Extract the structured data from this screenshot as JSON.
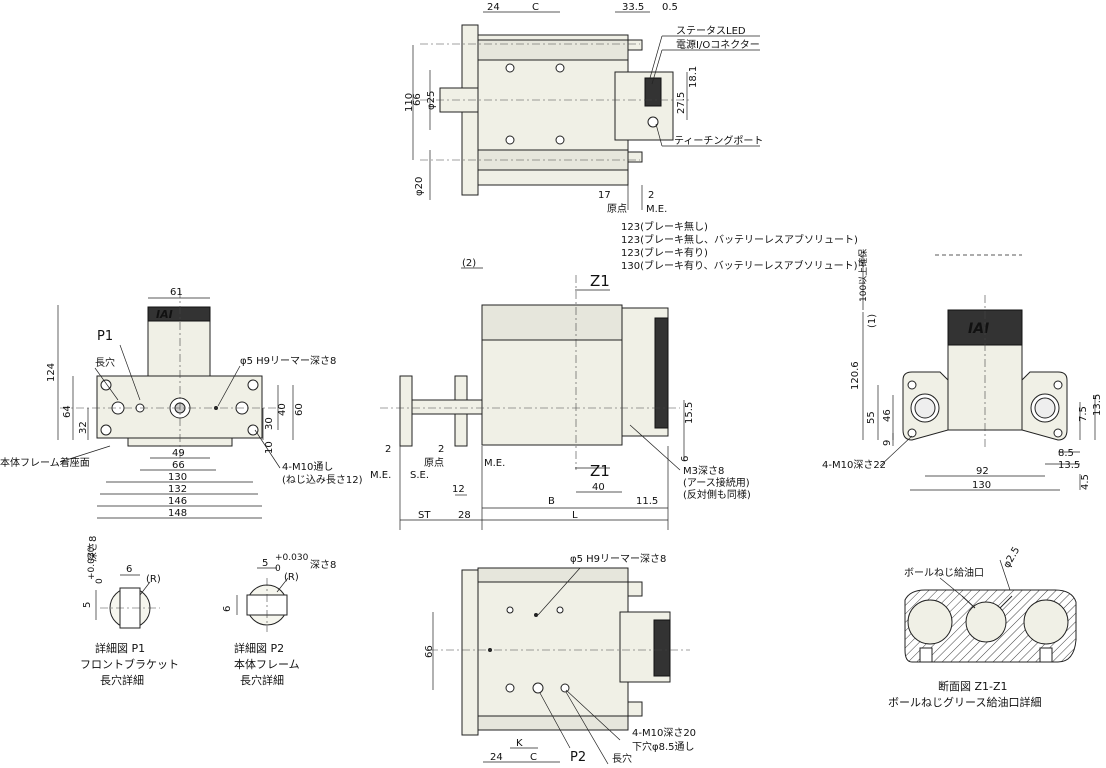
{
  "top_view": {
    "dims": [
      "24",
      "C",
      "33.5",
      "0.5",
      "110",
      "66",
      "φ25",
      "18.1",
      "27.5",
      "φ20",
      "17",
      "2"
    ],
    "labels": {
      "status_led": "ステータスLED",
      "power_io": "電源I/Oコネクター",
      "teaching_port": "ティーチングポート",
      "origin": "原点",
      "me": "M.E."
    }
  },
  "length_table": [
    "123(ブレーキ無し)",
    "123(ブレーキ無し、バッテリーレスアブソリュート)",
    "123(ブレーキ有り)",
    "130(ブレーキ有り、バッテリーレスアブソリュート)"
  ],
  "front_view": {
    "dims": [
      "61",
      "124",
      "64",
      "32",
      "40",
      "60",
      "30",
      "10",
      "49",
      "66",
      "130",
      "132",
      "146",
      "148"
    ],
    "labels": {
      "p1": "P1",
      "slot": "長穴",
      "reamer": "φ5 H9リーマー深さ8",
      "m10": "4-M10通し",
      "m10_screw": "(ねじ込み長さ12)",
      "frame_seat": "本体フレーム着座面"
    }
  },
  "side_view": {
    "dims": [
      "(2)",
      "15.5",
      "6",
      "40",
      "B",
      "11.5",
      "L",
      "ST",
      "28",
      "12",
      "2",
      "2"
    ],
    "labels": {
      "z1": "Z1",
      "me": "M.E.",
      "se": "S.E.",
      "origin": "原点",
      "m3": "M3深さ8",
      "ground": "(アース接続用)",
      "opposite": "(反対側も同様)"
    }
  },
  "rear_view": {
    "dims": [
      "100以上確保",
      "(1)",
      "120.6",
      "55",
      "46",
      "9",
      "7.5",
      "13.5",
      "8.5",
      "13.5",
      "4.5",
      "92",
      "130"
    ],
    "labels": {
      "m10": "4-M10深さ22"
    }
  },
  "detail_p1": {
    "dims": [
      "6",
      "5",
      "+0.030",
      "0",
      "深さ8",
      "(R)"
    ],
    "caption": [
      "詳細図 P1",
      "フロントブラケット",
      "長穴詳細"
    ]
  },
  "detail_p2": {
    "dims": [
      "5",
      "+0.030",
      "0",
      "深さ8",
      "6",
      "(R)"
    ],
    "caption": [
      "詳細図 P2",
      "本体フレーム",
      "長穴詳細"
    ]
  },
  "bottom_view": {
    "dims": [
      "66",
      "24",
      "C",
      "K"
    ],
    "labels": {
      "reamer": "φ5 H9リーマー深さ8",
      "m10": "4-M10深さ20",
      "pilot": "下穴φ8.5通し",
      "p2": "P2",
      "slot": "長穴"
    }
  },
  "section_z1": {
    "labels": {
      "grease": "ボールねじ給油口",
      "phi": "φ2.5"
    },
    "caption": [
      "断面図 Z1-Z1",
      "ボールねじグリース給油口詳細"
    ]
  },
  "logo": "IAI"
}
